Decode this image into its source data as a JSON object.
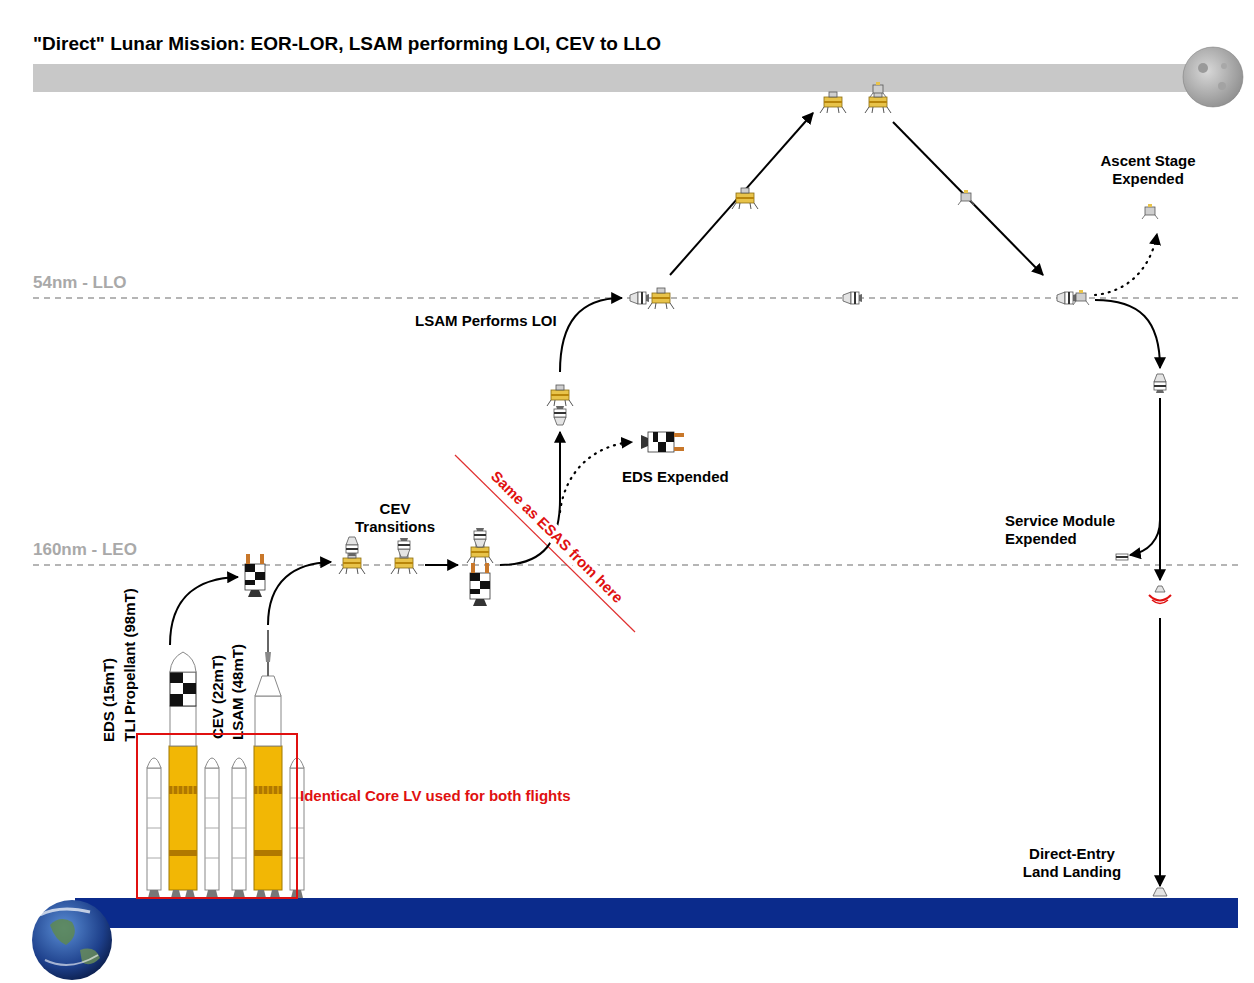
{
  "diagram": {
    "title": "\"Direct\" Lunar Mission: EOR-LOR, LSAM performing LOI, CEV to LLO",
    "nodes": [
      {
        "text": [
          "Identical Core LV used for both flights"
        ]
      }
    ],
    "labels": [
      "54nm - LLO",
      "160nm - LEO",
      "EDS (15mT)",
      "TLI Propellant (98mT)",
      "CEV (22mT)",
      "LSAM (48mT)",
      "CEV Transitions",
      "Same as ESAS from here",
      "EDS Expended",
      "LSAM Performs LOI",
      "Ascent Stage Expended",
      "Service Module Expended",
      "Direct-Entry Land Landing"
    ]
  }
}
